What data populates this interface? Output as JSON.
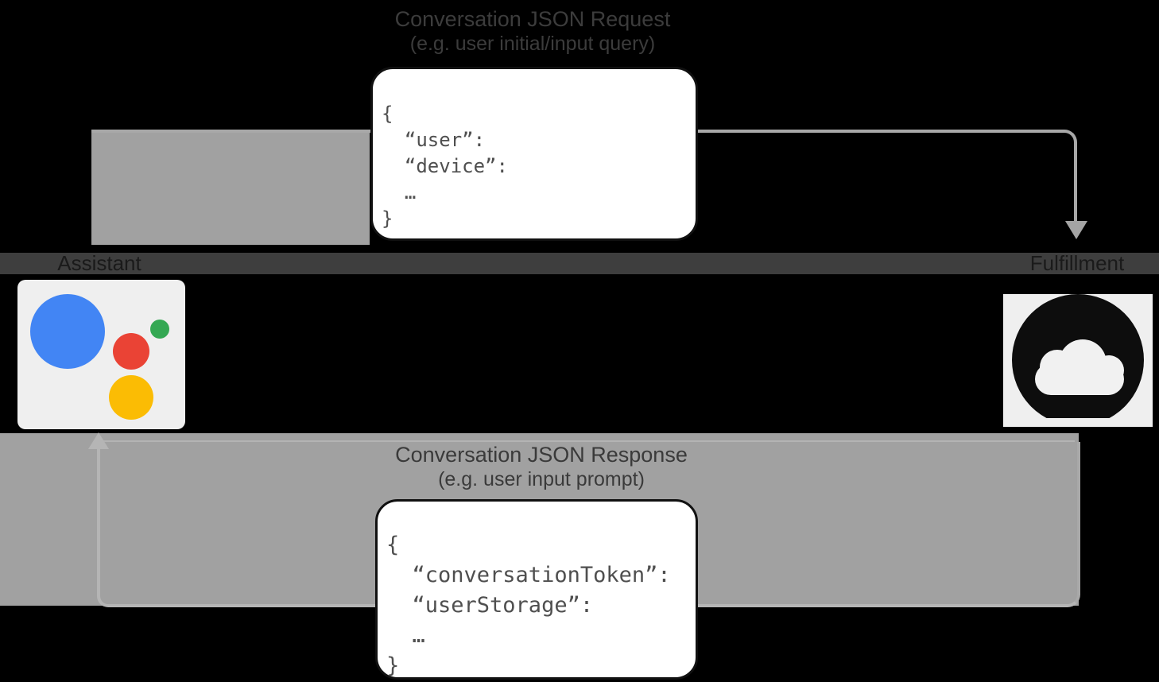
{
  "request_flow": {
    "label_line1": "Conversation JSON Request",
    "label_line2": "(e.g. user initial/input query)",
    "code": [
      "{",
      "  “user”:",
      "  “device”:",
      "  …",
      "}"
    ]
  },
  "response_flow": {
    "label_line1": "Conversation JSON Response",
    "label_line2": "(e.g. user input prompt)",
    "code": [
      "{",
      "  “conversationToken”:",
      "  “userStorage”:",
      "  …",
      "}"
    ]
  },
  "endpoints": {
    "assistant": {
      "label": "Assistant",
      "icon": "google-assistant-logo"
    },
    "fulfillment": {
      "label": "Fulfillment",
      "icon": "cloud-icon"
    }
  },
  "colors": {
    "background": "#000000",
    "flow_band_gray": "#a1a1a1",
    "divider_dark": "#3e3e3e",
    "code_text": "#4f4f4f",
    "panel_bg": "#efefef",
    "assistant_blue": "#4285f4",
    "assistant_red": "#ea4335",
    "assistant_green": "#34a853",
    "assistant_yellow": "#fbbc04",
    "cloud_icon_black": "#0d0d0d"
  }
}
